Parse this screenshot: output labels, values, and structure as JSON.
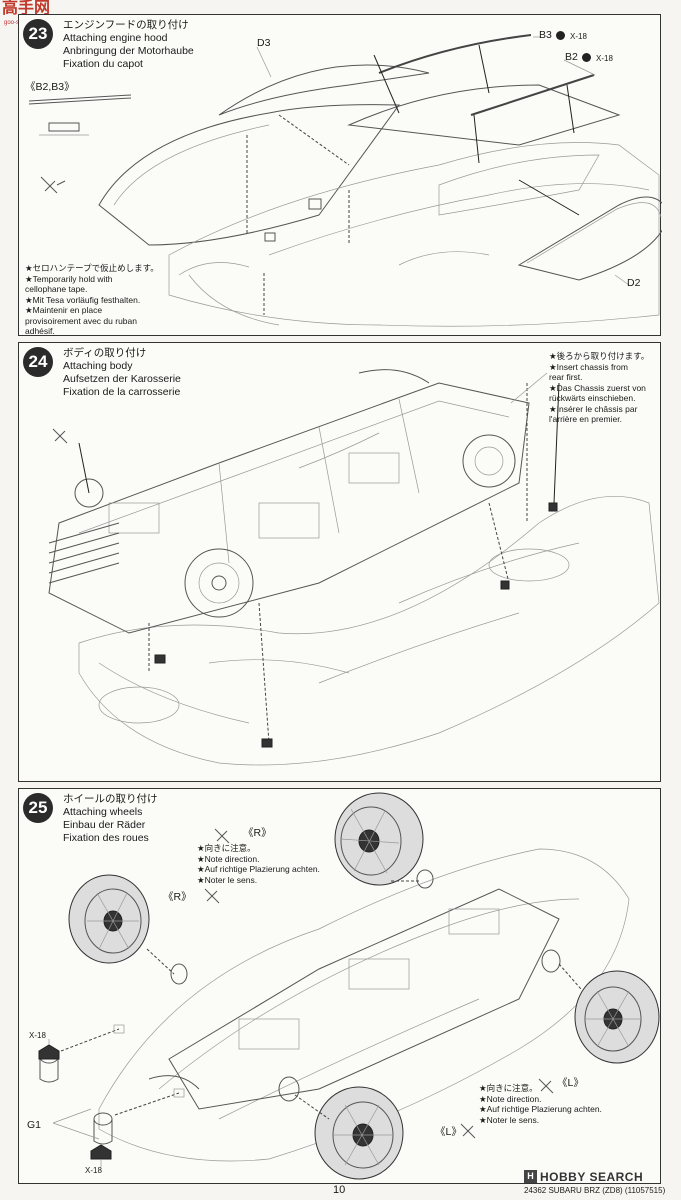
{
  "watermark": {
    "text": "高手网",
    "sub": "goo-shouu.com"
  },
  "steps": [
    {
      "number": "23",
      "title": [
        "エンジンフードの取り付け",
        "Attaching engine hood",
        "Anbringung der Motorhaube",
        "Fixation du capot"
      ],
      "parts": {
        "b3": "B3",
        "b2": "B2",
        "x18": "X-18",
        "d3": "D3",
        "d2": "D2",
        "b2b3": "《B2,B3》"
      },
      "note": [
        "★セロハンテープで仮止めします。",
        "★Temporarily hold with",
        "cellophane tape.",
        "★Mit Tesa vorläufig festhalten.",
        "★Maintenir en place",
        "provisoirement avec du ruban",
        "adhésif."
      ]
    },
    {
      "number": "24",
      "title": [
        "ボディの取り付け",
        "Attaching body",
        "Aufsetzen der Karosserie",
        "Fixation de la carrosserie"
      ],
      "note": [
        "★後ろから取り付けます。",
        "★Insert  chassis  from",
        "rear first.",
        "★Das Chassis zuerst von",
        "rückwärts einschieben.",
        "★Insérer le châssis par",
        "l'arrière en premier."
      ]
    },
    {
      "number": "25",
      "title": [
        "ホイールの取り付け",
        "Attaching wheels",
        "Einbau der Räder",
        "Fixation des roues"
      ],
      "parts": {
        "r1": "《R》",
        "r2": "《R》",
        "l1": "《L》",
        "l2": "《L》",
        "g1": "G1",
        "x18a": "X-18",
        "x18b": "X-18"
      },
      "note_top": [
        "★向きに注意。",
        "★Note direction.",
        "★Auf richtige Plazierung achten.",
        "★Noter le sens."
      ],
      "note_bottom": [
        "★向きに注意。",
        "★Note direction.",
        "★Auf richtige Plazierung achten.",
        "★Noter le sens."
      ]
    }
  ],
  "footer": {
    "page": "10",
    "code": "24362  SUBARU BRZ (ZD8) (11057515)",
    "logo_mark": "H",
    "logo_text": "HOBBY SEARCH"
  }
}
